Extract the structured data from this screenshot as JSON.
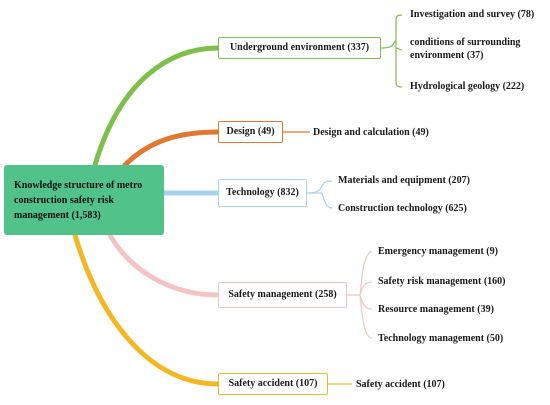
{
  "diagram": {
    "root": {
      "label": "Knowledge structure of metro construction safety risk management (1,583)"
    },
    "branches": [
      {
        "id": "underground",
        "label": "Underground environment (337)",
        "color": "#7dbf4a",
        "children": [
          "Investigation and survey (78)",
          "conditions of surrounding environment (37)",
          "Hydrological geology (222)"
        ]
      },
      {
        "id": "design",
        "label": "Design (49)",
        "color": "#e0782f",
        "children": [
          "Design and calculation (49)"
        ]
      },
      {
        "id": "technology",
        "label": "Technology (832)",
        "color": "#a8d3f0",
        "children": [
          "Materials and equipment (207)",
          "Construction technology (625)"
        ]
      },
      {
        "id": "safety-management",
        "label": "Safety management (258)",
        "color": "#f4c4c4",
        "children": [
          "Emergency management (9)",
          "Safety risk management (160)",
          "Resource management (39)",
          "Technology management (50)"
        ]
      },
      {
        "id": "safety-accident",
        "label": "Safety accident (107)",
        "color": "#f2b722",
        "children": [
          "Safety accident (107)"
        ]
      }
    ]
  }
}
